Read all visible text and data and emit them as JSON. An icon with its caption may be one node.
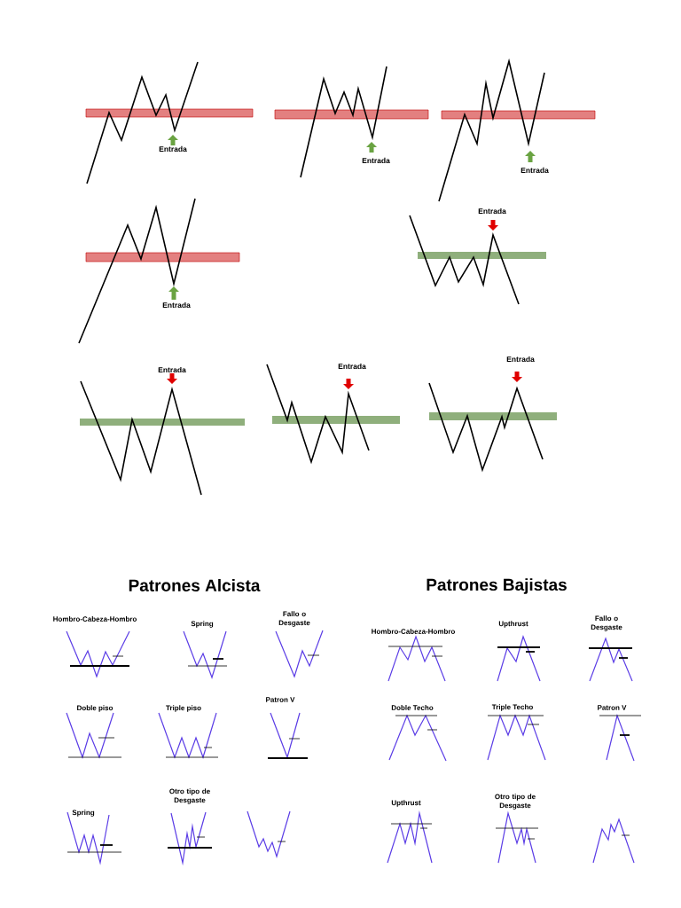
{
  "diagram": {
    "labels": [
      "Entrada",
      "Entrada",
      "Entrada",
      "Entrada",
      "Entrada",
      "Entrada",
      "Entrada",
      "Entrada",
      "Patrones Alcista",
      "Patrones Bajistas",
      "Hombro-Cabeza-Hombro",
      "Spring",
      "Fallo o Desgaste",
      "Hombro-Cabeza-Hombro",
      "Upthrust",
      "Fallo o Desgaste",
      "Doble piso",
      "Triple piso",
      "Patron V",
      "Doble Techo",
      "Triple Techo",
      "Patron V",
      "Spring",
      "Otro tipo de Desgaste",
      "Upthrust",
      "Otro tipo de Desgaste"
    ]
  }
}
